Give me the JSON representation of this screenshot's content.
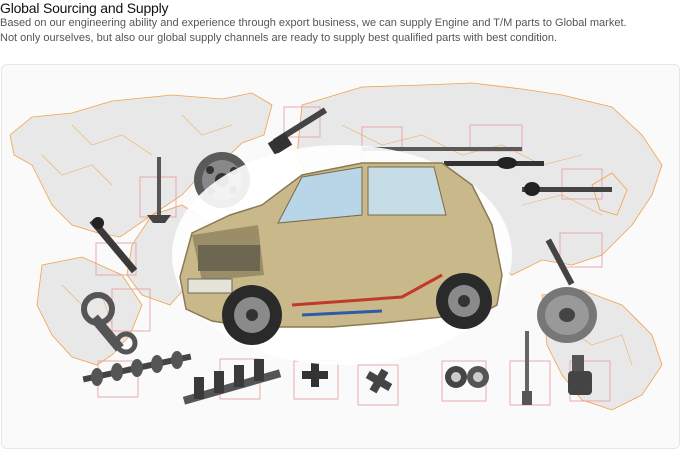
{
  "header": {
    "title": "Global Sourcing and Supply",
    "line1": "Based on our engineering ability and experience through export business, we can supply Engine and T/M parts to Global market.",
    "line2": "Not only ourselves, but also our global supply channels are ready to supply best qualified parts with best condition."
  },
  "colors": {
    "map_land": "#e6e6e6",
    "map_border": "#f0a24a",
    "marker_box": "#e7a3a3",
    "car_body": "#c9b98a"
  },
  "icons": [
    "car-illustration",
    "world-map",
    "engine-valve",
    "gear-plate",
    "gear-shaft",
    "drive-shaft",
    "cv-axle",
    "tie-rod",
    "disc-rotor",
    "connecting-rod",
    "camshaft",
    "crankshaft",
    "universal-joint",
    "bearing",
    "pin",
    "clutch-release-bearing"
  ]
}
